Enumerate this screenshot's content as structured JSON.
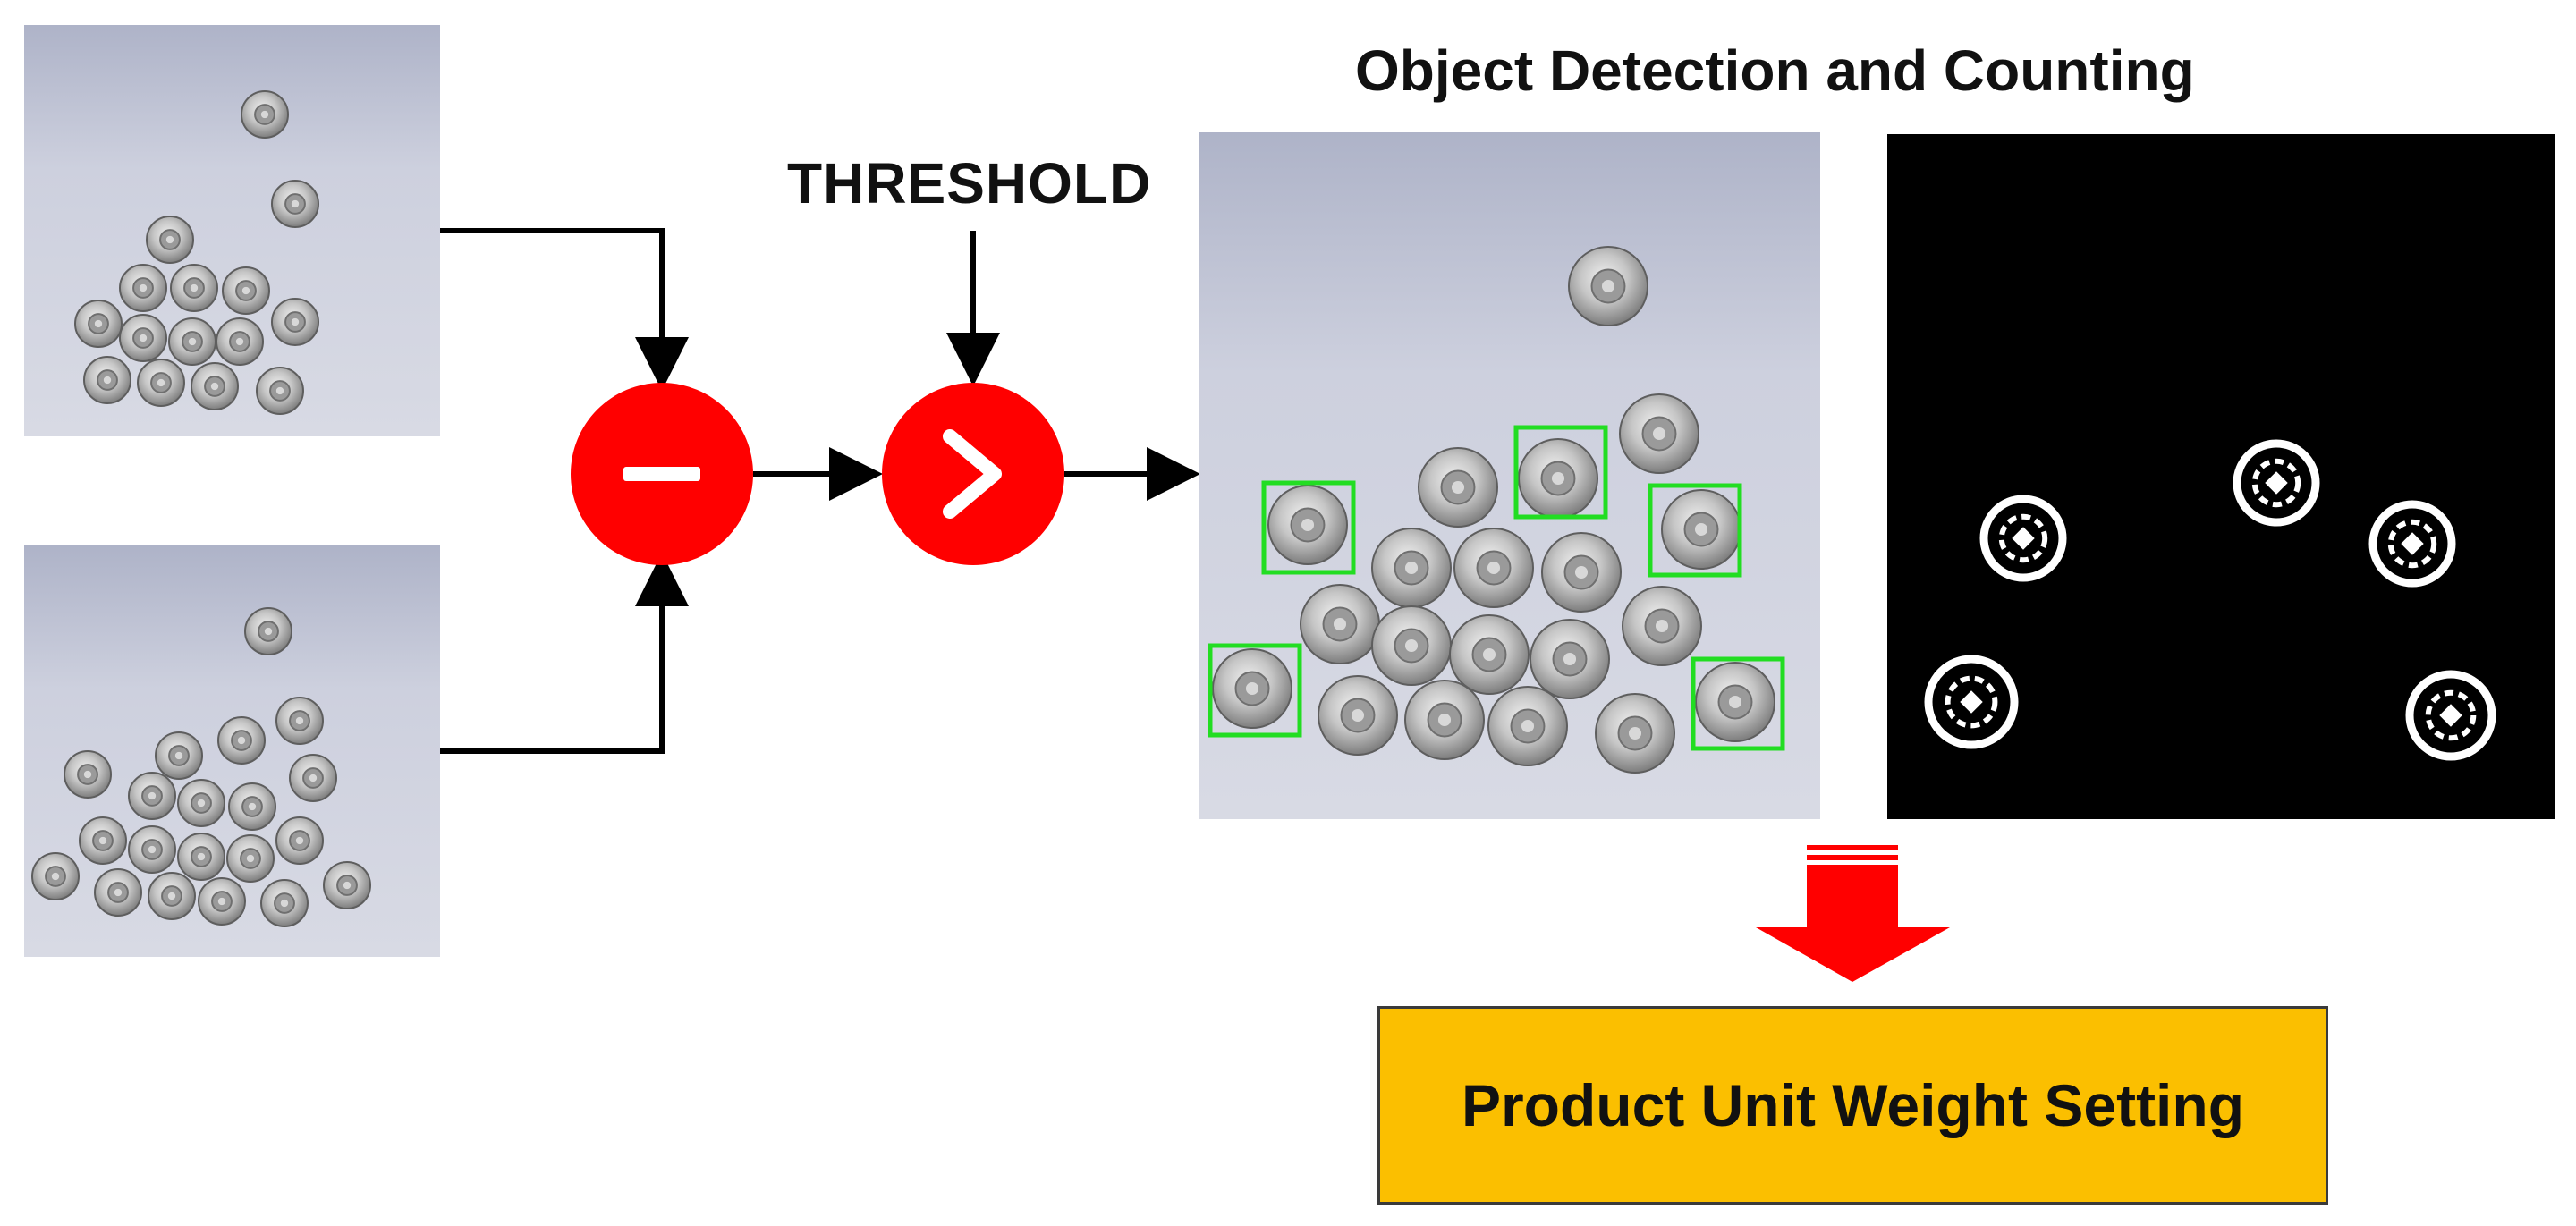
{
  "labels": {
    "threshold": "THRESHOLD",
    "detection_title": "Object Detection and Counting",
    "unit_weight": "Product Unit Weight Setting"
  },
  "operators": {
    "subtract_symbol": "minus-icon",
    "threshold_symbol": "greater-than-icon"
  },
  "colors": {
    "operator_red": "#ff0000",
    "box_fill": "#fbbf00",
    "detection_box": "#22dd22",
    "photo_background": "#c9cddd",
    "mask_background": "#000000"
  },
  "counts": {
    "detected_boxes": 5,
    "binary_blobs": 5
  }
}
